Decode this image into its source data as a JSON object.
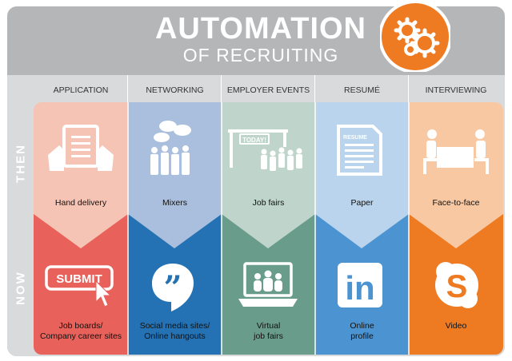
{
  "title": {
    "main": "AUTOMATION",
    "sub": "OF RECRUITING"
  },
  "rows": {
    "then": "THEN",
    "now": "NOW"
  },
  "icons": {
    "submit_text": "SUBMIT",
    "today_text": "TODAY!",
    "resume_text": "RESUME",
    "linkedin_text": "in",
    "skype_text": "S",
    "quote_text": "”"
  },
  "columns": [
    {
      "header": "APPLICATION",
      "then_label": "Hand delivery",
      "then_icon": "hands-document-icon",
      "now_label_1": "Job boards/",
      "now_label_2": "Company career sites",
      "now_icon": "submit-button-cursor-icon"
    },
    {
      "header": "NETWORKING",
      "then_label": "Mixers",
      "then_icon": "people-chat-icon",
      "now_label_1": "Social media sites/",
      "now_label_2": "Online hangouts",
      "now_icon": "hangouts-icon"
    },
    {
      "header": "EMPLOYER EVENTS",
      "then_label": "Job fairs",
      "then_icon": "booth-crowd-icon",
      "now_label_1": "Virtual",
      "now_label_2": "job fairs",
      "now_icon": "laptop-people-icon"
    },
    {
      "header": "RESUMÉ",
      "then_label": "Paper",
      "then_icon": "paper-resume-icon",
      "now_label_1": "Online",
      "now_label_2": "profile",
      "now_icon": "linkedin-icon"
    },
    {
      "header": "INTERVIEWING",
      "then_label": "Face-to-face",
      "then_icon": "interview-table-icon",
      "now_label_1": "Video",
      "now_label_2": "",
      "now_icon": "skype-icon"
    }
  ],
  "colors": {
    "then": [
      "#f6c4b5",
      "#aabfdd",
      "#bfd5cc",
      "#b9d4ec",
      "#f8c8a2"
    ],
    "now": [
      "#e8615a",
      "#2472b3",
      "#6a9c8b",
      "#4b93d1",
      "#ee7a22"
    ],
    "gear_badge": "#ee7a22"
  }
}
